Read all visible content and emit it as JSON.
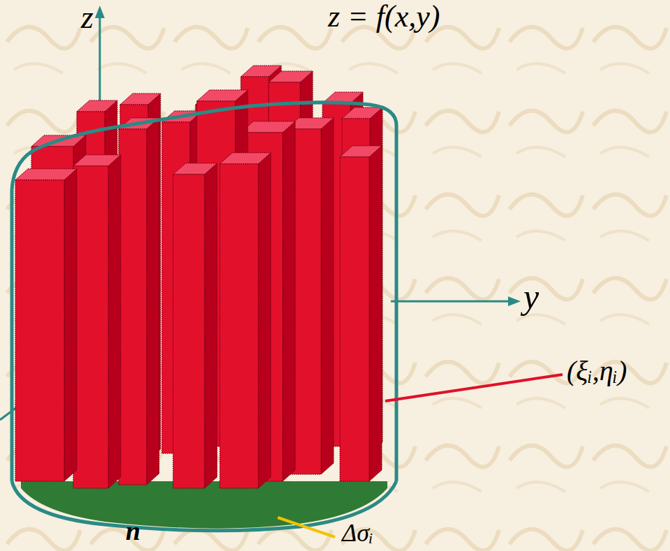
{
  "diagram": {
    "labels": [
      "z",
      "z = f(x,y)",
      "y",
      "(ξᵢ,ηᵢ)",
      "Δσᵢ",
      "n"
    ]
  }
}
